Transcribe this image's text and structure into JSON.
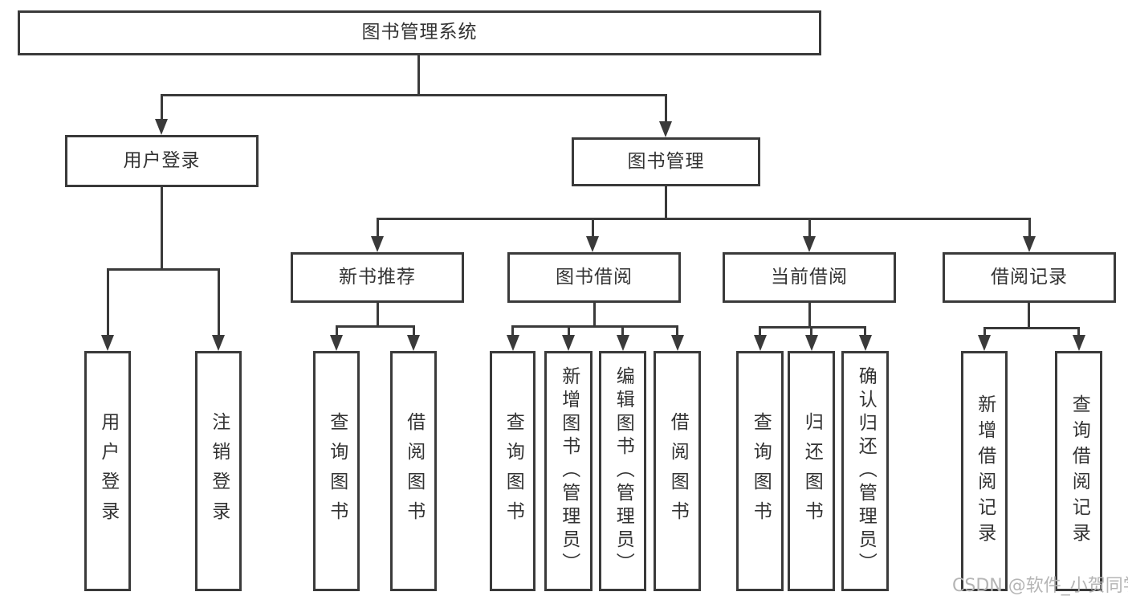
{
  "diagram": {
    "type": "hierarchy-tree",
    "tree": {
      "label": "图书管理系统",
      "children": [
        {
          "label": "用户登录",
          "children": [
            {
              "label": "用户登录"
            },
            {
              "label": "注销登录"
            }
          ]
        },
        {
          "label": "图书管理",
          "children": [
            {
              "label": "新书推荐",
              "children": [
                {
                  "label": "查询图书"
                },
                {
                  "label": "借阅图书"
                }
              ]
            },
            {
              "label": "图书借阅",
              "children": [
                {
                  "label": "查询图书"
                },
                {
                  "label": "新增图书（管理员）"
                },
                {
                  "label": "编辑图书（管理员）"
                },
                {
                  "label": "借阅图书"
                }
              ]
            },
            {
              "label": "当前借阅",
              "children": [
                {
                  "label": "查询图书"
                },
                {
                  "label": "归还图书"
                },
                {
                  "label": "确认归还（管理员）"
                }
              ]
            },
            {
              "label": "借阅记录",
              "children": [
                {
                  "label": "新增借阅记录"
                },
                {
                  "label": "查询借阅记录"
                }
              ]
            }
          ]
        }
      ]
    },
    "colors": {
      "line": "#3a3a3a",
      "text": "#333333",
      "background": "#ffffff",
      "watermark_color": "#b5b5b5"
    }
  },
  "watermark": "CSDN @软件_小贺同学"
}
